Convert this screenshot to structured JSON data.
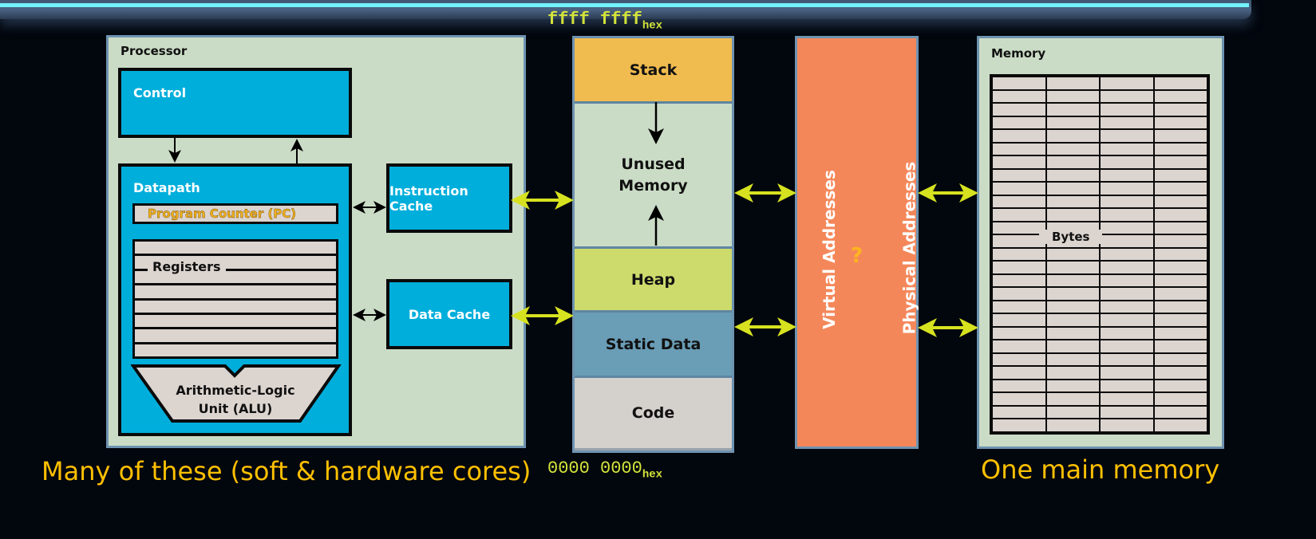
{
  "processor": {
    "title": "Processor",
    "control_label": "Control",
    "datapath_label": "Datapath",
    "program_counter_label": "Program Counter (PC)",
    "registers_label": "Registers",
    "alu_label_line1": "Arithmetic-Logic",
    "alu_label_line2": "Unit (ALU)",
    "instruction_cache_label": "Instruction Cache",
    "data_cache_label": "Data Cache"
  },
  "address_space": {
    "top_address": "ffff ffff",
    "top_address_suffix": "hex",
    "bottom_address": "0000 0000",
    "bottom_address_suffix": "hex",
    "segments": [
      {
        "label": "Stack",
        "color": "#f0bc4f"
      },
      {
        "label_line1": "Unused",
        "label_line2": "Memory",
        "color": "#cbdcc6"
      },
      {
        "label": "Heap",
        "color": "#cddb6c"
      },
      {
        "label": "Static Data",
        "color": "#6a9db6"
      },
      {
        "label": "Code",
        "color": "#d4d0cc"
      }
    ]
  },
  "translation": {
    "virtual_label": "Virtual Addresses",
    "physical_label": "Physical Addresses",
    "question_mark": "?",
    "color": "#f4875a"
  },
  "memory": {
    "title": "Memory",
    "bytes_label": "Bytes",
    "columns": 4,
    "rows": 27
  },
  "captions": {
    "left": "Many of these (soft & hardware cores)",
    "right": "One main memory"
  },
  "colors": {
    "accent_yellow": "#ffc000",
    "arrow_yellow": "#d6e21f",
    "hex_text": "#d3e33a",
    "processor_blue": "#00aedb",
    "panel_green": "#cbdcc6"
  }
}
